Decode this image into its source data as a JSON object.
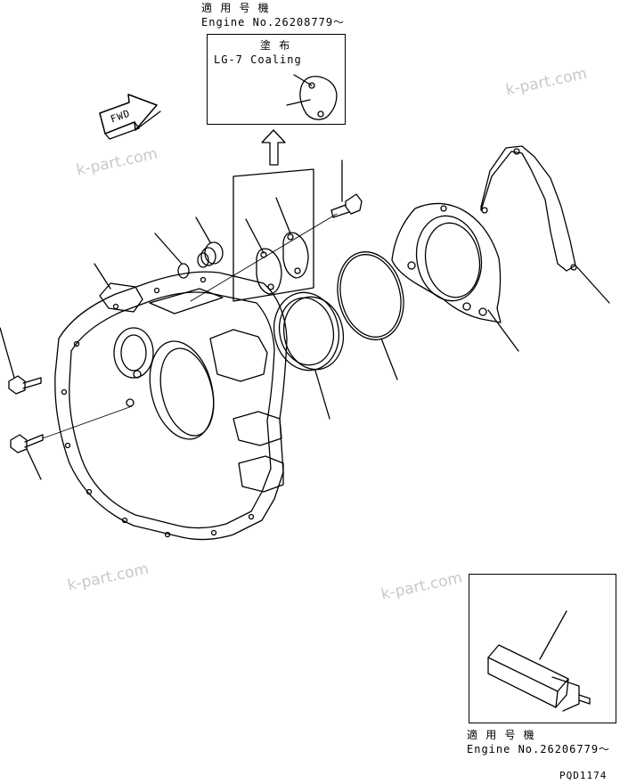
{
  "top_note": {
    "applicable_label": "適 用 号 機",
    "engine_label": "Engine No.26208779～"
  },
  "coating_note": {
    "jp_label": "塗 布",
    "en_label": "LG-7 Coaling"
  },
  "bottom_note": {
    "applicable_label": "適 用 号 機",
    "engine_label": "Engine No.26206779～"
  },
  "fwd_arrow": {
    "label": "FWD"
  },
  "drawing_code": "PQD1174",
  "watermarks": [
    "k-part.com",
    "k-part.com",
    "k-part.com",
    "k-part.com"
  ]
}
